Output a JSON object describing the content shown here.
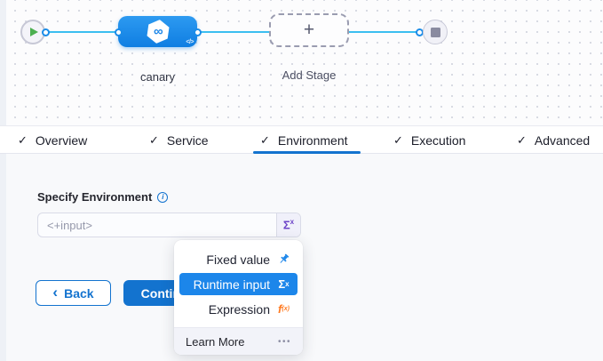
{
  "canvas": {
    "stage_label": "canary",
    "add_stage_label": "Add Stage",
    "add_stage_glyph": "+",
    "stage_icon_glyph": "∞",
    "code_icon_glyph": "</>"
  },
  "tabs": {
    "check_glyph": "✓",
    "items": [
      {
        "label": "Overview"
      },
      {
        "label": "Service"
      },
      {
        "label": "Environment",
        "active": true
      },
      {
        "label": "Execution"
      },
      {
        "label": "Advanced"
      }
    ]
  },
  "form": {
    "label": "Specify Environment",
    "info_glyph": "i",
    "input_value": "<+input>",
    "sigma_glyph": "Σ",
    "sigma_sup": "x"
  },
  "actions": {
    "back_chevron": "‹",
    "back_label": "Back",
    "continue_label": "Continue"
  },
  "menu": {
    "items": [
      {
        "label": "Fixed value",
        "icon": "pin-icon"
      },
      {
        "label": "Runtime input",
        "icon": "sigma-icon",
        "selected": true
      },
      {
        "label": "Expression",
        "icon": "fx-icon"
      }
    ],
    "sigma_glyph": "Σ",
    "sigma_sup": "x",
    "fx_f": "f",
    "fx_sub": "(x)",
    "footer_label": "Learn More",
    "more_glyph": "•••"
  },
  "colors": {
    "primary_blue": "#1373cf",
    "selected_row_blue": "#1c86ea",
    "connector_blue": "#3cbef0",
    "node_blue": "#0f7ee2",
    "sigma_purple": "#6d44c8",
    "expression_orange": "#ff7a21",
    "play_green": "#4caf50",
    "stop_gray": "#8a8ba0"
  }
}
